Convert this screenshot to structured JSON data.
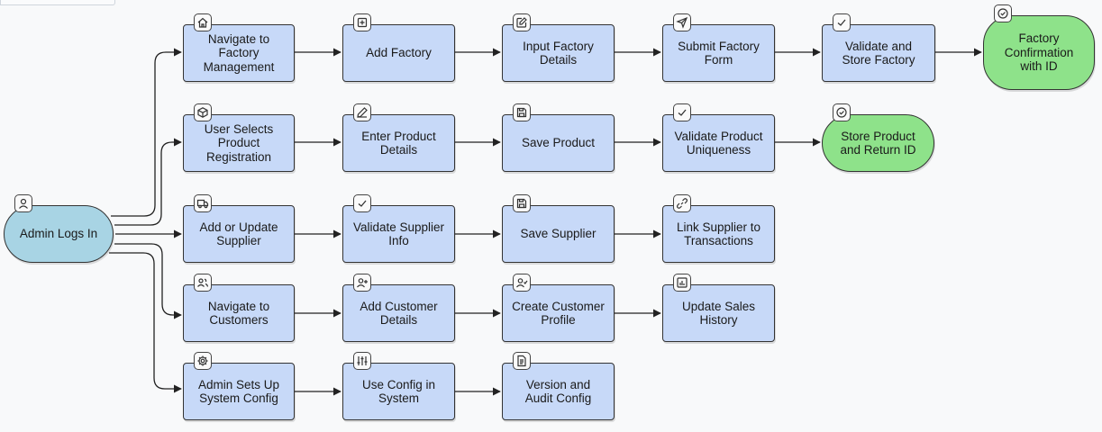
{
  "nodes": {
    "admin": "Admin Logs In",
    "nav_factory": "Navigate to\nFactory\nManagement",
    "add_factory": "Add Factory",
    "input_factory": "Input Factory\nDetails",
    "submit_factory": "Submit Factory\nForm",
    "validate_factory": "Validate and\nStore Factory",
    "factory_confirm": "Factory\nConfirmation\nwith ID",
    "user_selects": "User Selects\nProduct\nRegistration",
    "enter_product": "Enter Product\nDetails",
    "save_product": "Save Product",
    "validate_product": "Validate Product\nUniqueness",
    "store_product": "Store Product\nand Return ID",
    "add_supplier": "Add or Update\nSupplier",
    "validate_supplier": "Validate Supplier\nInfo",
    "save_supplier": "Save Supplier",
    "link_supplier": "Link Supplier to\nTransactions",
    "nav_customers": "Navigate to\nCustomers",
    "add_customer": "Add Customer\nDetails",
    "create_customer": "Create Customer\nProfile",
    "update_sales": "Update Sales\nHistory",
    "setup_config": "Admin Sets Up\nSystem Config",
    "use_config": "Use Config in\nSystem",
    "version_config": "Version and\nAudit Config"
  },
  "icons": {
    "admin": "user-icon",
    "nav_factory": "home-icon",
    "add_factory": "plus-square-icon",
    "input_factory": "edit-icon",
    "submit_factory": "send-icon",
    "validate_factory": "check-icon",
    "factory_confirm": "check-circle-icon",
    "user_selects": "package-icon",
    "enter_product": "pencil-icon",
    "save_product": "save-icon",
    "validate_product": "check-icon",
    "store_product": "check-circle-icon",
    "add_supplier": "truck-icon",
    "validate_supplier": "check-icon",
    "save_supplier": "save-icon",
    "link_supplier": "link-icon",
    "nav_customers": "users-icon",
    "add_customer": "user-plus-icon",
    "create_customer": "user-check-icon",
    "update_sales": "bar-chart-icon",
    "setup_config": "settings-icon",
    "use_config": "sliders-icon",
    "version_config": "file-text-icon"
  },
  "colors": {
    "process": "#c7d9f8",
    "terminal_green": "#8ee28a",
    "start": "#a8d4e4",
    "stroke": "#333333"
  }
}
